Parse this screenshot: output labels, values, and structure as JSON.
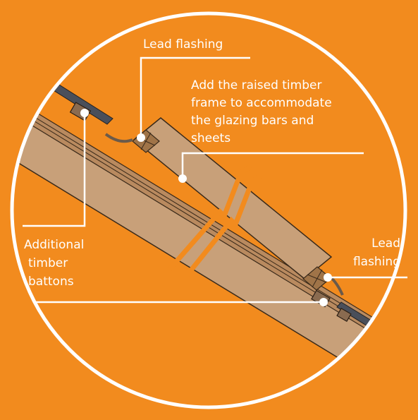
{
  "labels": {
    "lead_flashing_top": "Lead flashing",
    "raised_frame": [
      "Add the raised timber",
      "frame to accommodate",
      "the glazing bars and",
      "sheets"
    ],
    "lead_flashing_right": [
      "Lead",
      "flashing"
    ],
    "additional_battons": [
      "Additional",
      "timber",
      "battons"
    ]
  },
  "colors": {
    "background": "#f28b1e",
    "timber": "#c8a079",
    "tile": "#b98a5f",
    "outline": "#3a2a1a",
    "callout": "#ffffff"
  }
}
